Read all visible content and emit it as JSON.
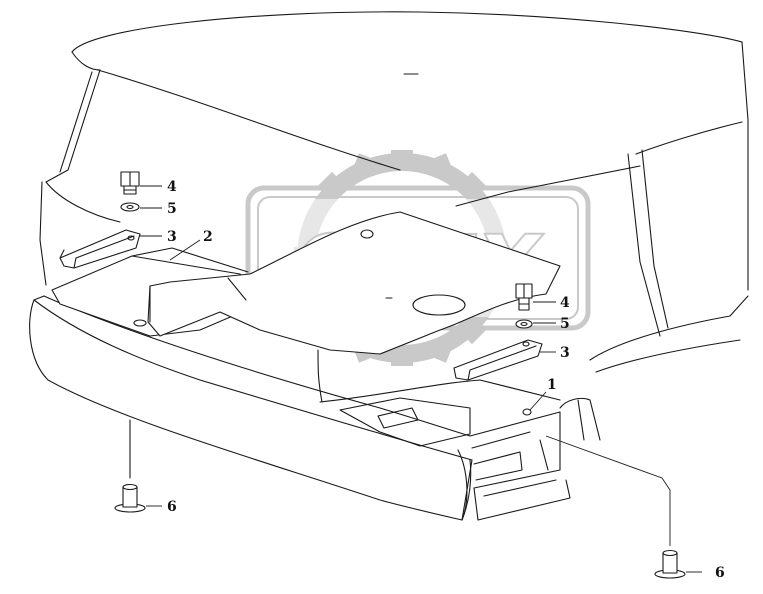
{
  "watermark": {
    "text": "OPEX",
    "color": "#c9c9c9"
  },
  "callouts": {
    "c1": "1",
    "c2": "2",
    "c3_left": "3",
    "c3_right": "3",
    "c4_left": "4",
    "c4_right": "4",
    "c5_left": "5",
    "c5_right": "5",
    "c6_left": "6",
    "c6_right": "6"
  }
}
